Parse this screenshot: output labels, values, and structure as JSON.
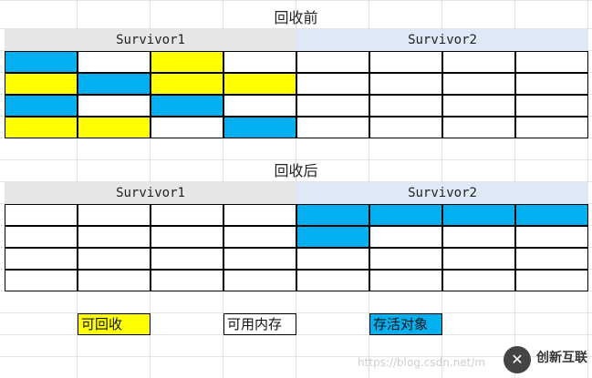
{
  "colors": {
    "recyclable": "#00b0f0",
    "alive": "#00b0f0",
    "free": "#ffffff",
    "yellow": "#ffff00"
  },
  "before": {
    "title": "回收前",
    "survivor1_label": "Survivor1",
    "survivor2_label": "Survivor2",
    "rows": [
      [
        "blue",
        "white",
        "yellow",
        "white",
        "white",
        "white",
        "white",
        "white"
      ],
      [
        "yellow",
        "blue",
        "yellow",
        "yellow",
        "white",
        "white",
        "white",
        "white"
      ],
      [
        "blue",
        "white",
        "blue",
        "white",
        "white",
        "white",
        "white",
        "white"
      ],
      [
        "yellow",
        "yellow",
        "white",
        "blue",
        "white",
        "white",
        "white",
        "white"
      ]
    ]
  },
  "after": {
    "title": "回收后",
    "survivor1_label": "Survivor1",
    "survivor2_label": "Survivor2",
    "rows": [
      [
        "white",
        "white",
        "white",
        "white",
        "blue",
        "blue",
        "blue",
        "blue"
      ],
      [
        "white",
        "white",
        "white",
        "white",
        "blue",
        "white",
        "white",
        "white"
      ],
      [
        "white",
        "white",
        "white",
        "white",
        "white",
        "white",
        "white",
        "white"
      ],
      [
        "white",
        "white",
        "white",
        "white",
        "white",
        "white",
        "white",
        "white"
      ]
    ]
  },
  "legend": {
    "recyclable": "可回收",
    "free_memory": "可用内存",
    "alive_objects": "存活对象"
  },
  "watermark": "https://blog.csdn.net/m",
  "logo": {
    "mark": "✕",
    "text": "创新互联"
  }
}
